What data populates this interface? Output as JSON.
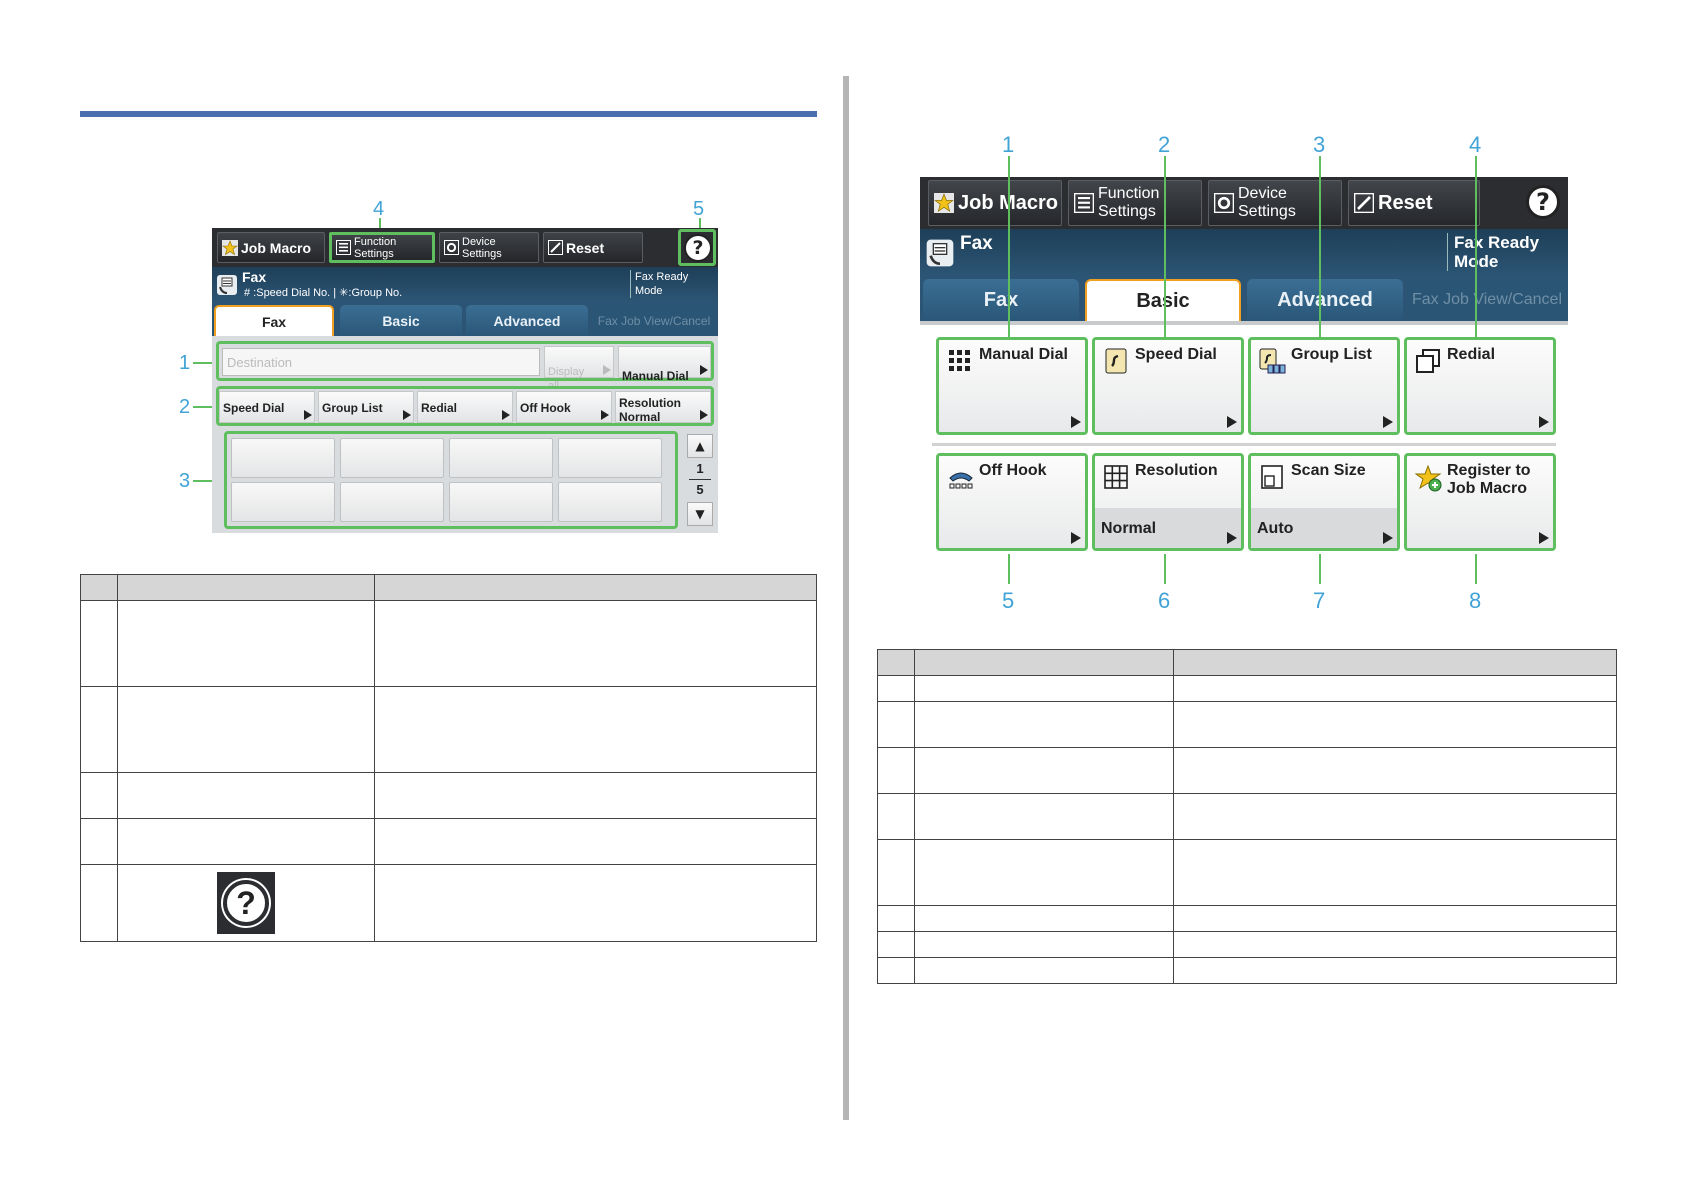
{
  "left_panel": {
    "toolbar": {
      "job_macro": "Job Macro",
      "function_settings": "Function\nSettings",
      "device_settings": "Device\nSettings",
      "reset": "Reset",
      "help": "?"
    },
    "status": {
      "title": "Fax",
      "hint": "# :Speed Dial No. | ✳:Group No.",
      "mode": "Fax Ready\nMode"
    },
    "tabs": [
      "Fax",
      "Basic",
      "Advanced",
      "Fax Job View/Cancel"
    ],
    "row1": {
      "destination_placeholder": "Destination",
      "display_all": "Display\nall",
      "manual_dial": "Manual Dial"
    },
    "row2": [
      "Speed Dial",
      "Group List",
      "Redial",
      "Off Hook",
      "Resolution\nNormal"
    ],
    "pager": {
      "current": "1",
      "total": "5"
    },
    "callouts": [
      "1",
      "2",
      "3",
      "4",
      "5"
    ]
  },
  "left_table": {
    "help_icon": "?"
  },
  "right_panel": {
    "toolbar": {
      "job_macro": "Job Macro",
      "function_settings": "Function\nSettings",
      "device_settings": "Device\nSettings",
      "reset": "Reset",
      "help": "?"
    },
    "status": {
      "title": "Fax",
      "mode": "Fax Ready\nMode"
    },
    "tabs": [
      "Fax",
      "Basic",
      "Advanced",
      "Fax Job View/Cancel"
    ],
    "tiles_row1": [
      "Manual Dial",
      "Speed Dial",
      "Group List",
      "Redial"
    ],
    "tiles_row2": [
      {
        "label": "Off Hook",
        "sub": ""
      },
      {
        "label": "Resolution",
        "sub": "Normal"
      },
      {
        "label": "Scan Size",
        "sub": "Auto"
      },
      {
        "label": "Register to\nJob Macro",
        "sub": ""
      }
    ],
    "callouts_top": [
      "1",
      "2",
      "3",
      "4"
    ],
    "callouts_bottom": [
      "5",
      "6",
      "7",
      "8"
    ]
  },
  "colors": {
    "accent_rule": "#4a6fae",
    "callout": "#41a3d6",
    "highlight": "#5fbf5f",
    "toolbar": "#2b2d30",
    "status_bar": "#2c5575",
    "active_tab_border": "#f0a020"
  }
}
